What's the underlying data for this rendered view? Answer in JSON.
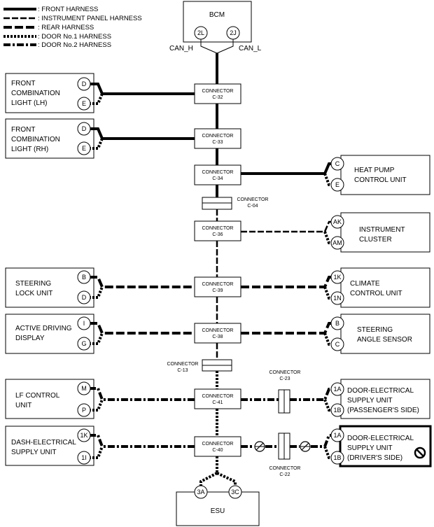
{
  "legend": [
    {
      "style": "front",
      "label": ": FRONT HARNESS"
    },
    {
      "style": "ip",
      "label": ": INSTRUMENT PANEL HARNESS"
    },
    {
      "style": "rear",
      "label": ": REAR HARNESS"
    },
    {
      "style": "door1",
      "label": ": DOOR No.1 HARNESS"
    },
    {
      "style": "door2",
      "label": ": DOOR No.2 HARNESS"
    }
  ],
  "bcm": {
    "title": "BCM",
    "pin_h": "2L",
    "pin_l": "2J",
    "can_h": "CAN_H",
    "can_l": "CAN_L"
  },
  "esu": {
    "title": "ESU",
    "pin_a": "3A",
    "pin_c": "3C"
  },
  "connectors": [
    {
      "id": "c32",
      "line1": "CONNECTOR",
      "line2": "C-32"
    },
    {
      "id": "c33",
      "line1": "CONNECTOR",
      "line2": "C-33"
    },
    {
      "id": "c34",
      "line1": "CONNECTOR",
      "line2": "C-34"
    },
    {
      "id": "c04",
      "line1": "CONNECTOR",
      "line2": "C-04"
    },
    {
      "id": "c36",
      "line1": "CONNECTOR",
      "line2": "C-36"
    },
    {
      "id": "c39",
      "line1": "CONNECTOR",
      "line2": "C-39"
    },
    {
      "id": "c38",
      "line1": "CONNECTOR",
      "line2": "C-38"
    },
    {
      "id": "c13",
      "line1": "CONNECTOR",
      "line2": "C-13"
    },
    {
      "id": "c41",
      "line1": "CONNECTOR",
      "line2": "C-41"
    },
    {
      "id": "c40",
      "line1": "CONNECTOR",
      "line2": "C-40"
    },
    {
      "id": "c23",
      "line1": "CONNECTOR",
      "line2": "C-23"
    },
    {
      "id": "c22",
      "line1": "CONNECTOR",
      "line2": "C-22"
    }
  ],
  "left_units": [
    {
      "id": "flh",
      "lines": [
        "FRONT",
        "COMBINATION",
        "LIGHT (LH)"
      ],
      "pin1": "D",
      "pin2": "E"
    },
    {
      "id": "frh",
      "lines": [
        "FRONT",
        "COMBINATION",
        "LIGHT (RH)"
      ],
      "pin1": "D",
      "pin2": "E"
    },
    {
      "id": "slu",
      "lines": [
        "STEERING",
        "LOCK UNIT"
      ],
      "pin1": "B",
      "pin2": "D"
    },
    {
      "id": "add",
      "lines": [
        "ACTIVE DRIVING",
        "DISPLAY"
      ],
      "pin1": "I",
      "pin2": "G"
    },
    {
      "id": "lfc",
      "lines": [
        "LF CONTROL",
        "UNIT"
      ],
      "pin1": "M",
      "pin2": "P"
    },
    {
      "id": "dsu",
      "lines": [
        "DASH-ELECTRICAL",
        "SUPPLY UNIT"
      ],
      "pin1": "1K",
      "pin2": "1I"
    }
  ],
  "right_units": [
    {
      "id": "hpc",
      "lines": [
        "HEAT PUMP",
        "CONTROL UNIT"
      ],
      "pin1": "C",
      "pin2": "E"
    },
    {
      "id": "ic",
      "lines": [
        "INSTRUMENT",
        "CLUSTER"
      ],
      "pin1": "AK",
      "pin2": "AM"
    },
    {
      "id": "ccu",
      "lines": [
        "CLIMATE",
        "CONTROL UNIT"
      ],
      "pin1": "1K",
      "pin2": "1N"
    },
    {
      "id": "sas",
      "lines": [
        "STEERING",
        "ANGLE SENSOR"
      ],
      "pin1": "B",
      "pin2": "C"
    },
    {
      "id": "deps",
      "lines": [
        "DOOR-ELECTRICAL",
        "SUPPLY UNIT",
        "(PASSENGER'S SIDE)"
      ],
      "pin1": "1A",
      "pin2": "1B"
    },
    {
      "id": "dedr",
      "lines": [
        "DOOR-ELECTRICAL",
        "SUPPLY UNIT",
        "(DRIVER'S SIDE)"
      ],
      "pin1": "1A",
      "pin2": "1B"
    }
  ]
}
